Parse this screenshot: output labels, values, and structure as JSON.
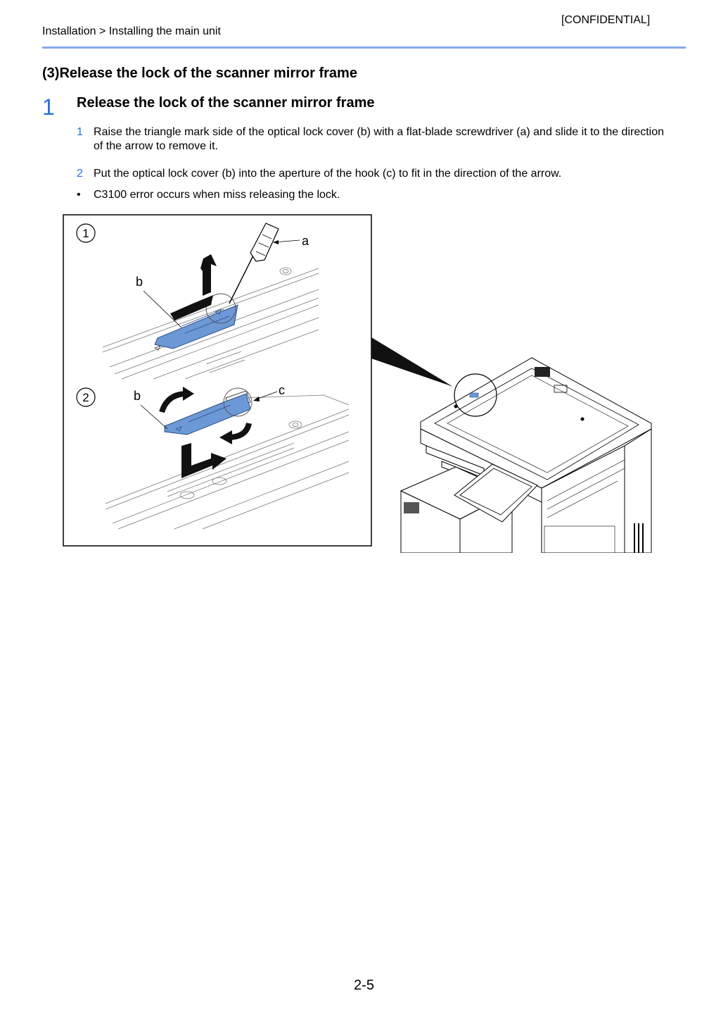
{
  "header": {
    "confidential": "[CONFIDENTIAL]",
    "breadcrumb": "Installation > Installing the main unit"
  },
  "section_title": "(3)Release the lock of the scanner mirror frame",
  "step": {
    "number": "1",
    "title": "Release the lock of the scanner mirror frame",
    "substeps": [
      {
        "num": "1",
        "text": "Raise the triangle mark side of the optical lock cover (b) with a flat-blade screwdriver (a) and slide it to the direction of the arrow to remove it."
      },
      {
        "num": "2",
        "text": "Put the optical lock cover (b) into the aperture of the hook (c) to fit in the direction of the arrow."
      }
    ],
    "note": {
      "bullet": "•",
      "text": "C3100 error occurs when miss releasing the lock."
    }
  },
  "figure": {
    "panel1_marker": "1",
    "panel2_marker": "2",
    "label_a": "a",
    "label_b1": "b",
    "label_b2": "b",
    "label_c": "c",
    "cover_color": "#6d98d6"
  },
  "footer": {
    "page_number": "2-5"
  }
}
